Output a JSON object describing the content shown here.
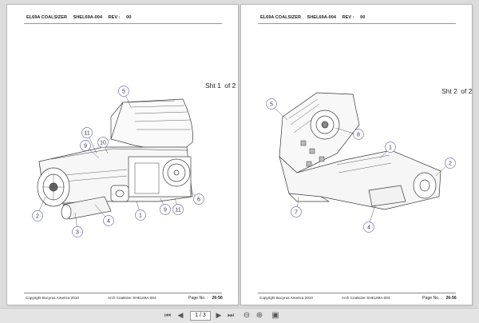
{
  "pages": [
    {
      "header": {
        "title": "EL69A COALSIZER",
        "doc": "SHEL69A-004",
        "rev_label": "REV :",
        "rev": "00"
      },
      "sheet": {
        "label": "Sht 1",
        "of": "of 2"
      },
      "balloons": [
        "5",
        "11",
        "9",
        "10",
        "2",
        "3",
        "4",
        "1",
        "9",
        "11",
        "6"
      ],
      "footer": {
        "copyright": "Copyright Bucyrus America 2010",
        "center": "Arch Coalsizer SHEL69A-004",
        "page_label": "Page No. :",
        "page_no": "26-56"
      }
    },
    {
      "header": {
        "title": "EL69A COALSIZER",
        "doc": "SHEL69A-004",
        "rev_label": "REV :",
        "rev": "00"
      },
      "sheet": {
        "label": "Sht 2",
        "of": "of 2"
      },
      "balloons": [
        "5",
        "8",
        "1",
        "2",
        "7",
        "4"
      ],
      "footer": {
        "copyright": "Copyright Bucyrus America 2010",
        "center": "Arch Coalsizer SHEL69A-004",
        "page_label": "Page No. :",
        "page_no": "26-56"
      }
    }
  ],
  "toolbar": {
    "page_value": "1 / 3",
    "icons": [
      "first-page-icon",
      "previous-page-icon",
      "next-page-icon",
      "last-page-icon",
      "zoom-out-icon",
      "zoom-in-icon",
      "fit-page-icon"
    ]
  }
}
